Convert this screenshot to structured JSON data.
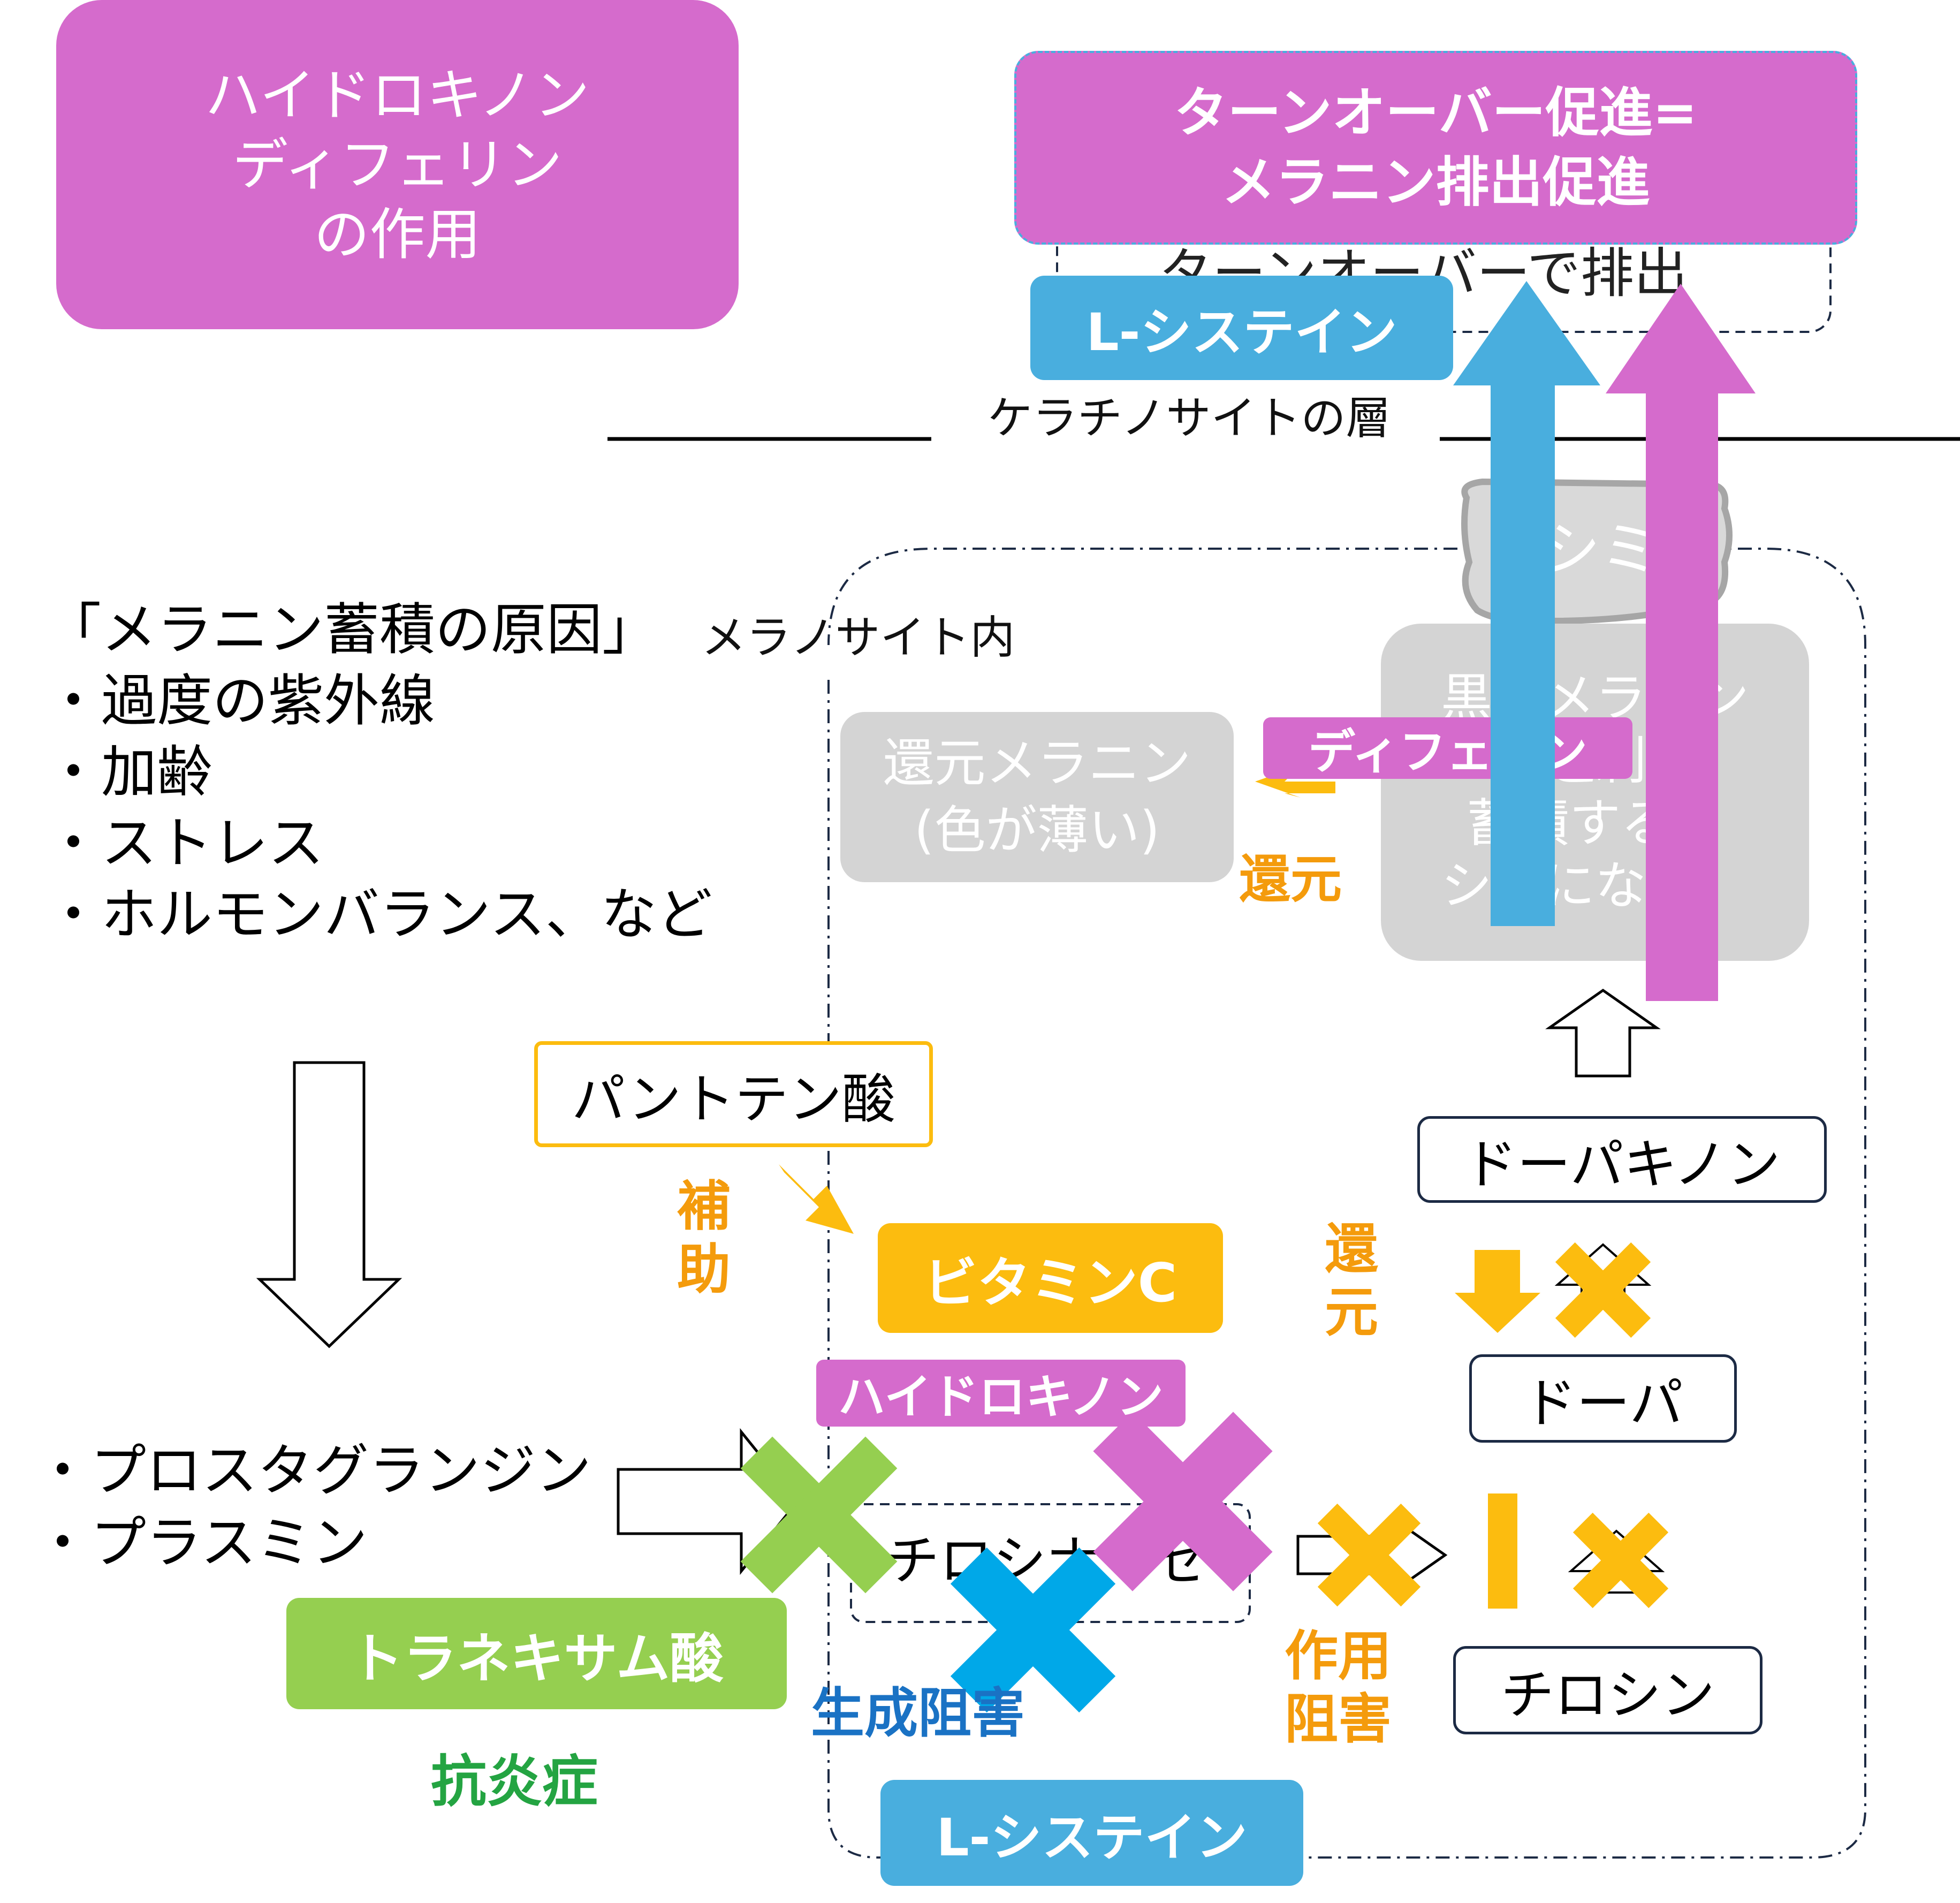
{
  "title": "ハイドロキノン\nディフェリン\nの作用",
  "turnover_box": "ターンオーバー促進=\nメラニン排出促進",
  "turnover_behind": "ターンオーバーで排出",
  "lcysteine_top": "L-システイン",
  "keratinocyte_layer": "ケラチノサイトの層",
  "shimi": "シミ",
  "melanocyte_label": "メラノサイト内",
  "black_melanin": "黒いメラニン\n（過剰に\n蓄積すると\nシミになる）",
  "differin_label": "ディフェリン",
  "reduced_melanin": "還元メラニン\n(色が薄い)",
  "reduction_1": "還元",
  "causes": "「メラニン蓄積の原因」\n・過度の紫外線\n・加齢\n・ストレス\n・ホルモンバランス、など",
  "pantothenic": "パントテン酸",
  "assist": "補\n助",
  "vitamin_c": "ビタミンC",
  "reduction_2": "還\n元",
  "dopaquinone": "ドーパキノン",
  "dopa": "ドーパ",
  "hydroquinone": "ハイドロキノン",
  "prostaglandin": "・プロスタグランジン\n・プラスミン",
  "tyrosinase": "チロシナーゼ",
  "tranexamic": "トラネキサム酸",
  "production_inhibition": "生成阻害",
  "action_inhibition": "作用\n阻害",
  "tyrosine": "チロシン",
  "anti_inflammatory": "抗炎症",
  "lcysteine_bottom": "L-システイン",
  "colors": {
    "magenta": "#d56bcc",
    "blue": "#49aede",
    "orange": "#fcbc0f",
    "orange_text": "#f49b0c",
    "green": "#95cf50",
    "green_text": "#24a442",
    "cyan_x": "#00a8e8",
    "blue_text": "#1a72c4",
    "grey": "#d4d4d4"
  }
}
